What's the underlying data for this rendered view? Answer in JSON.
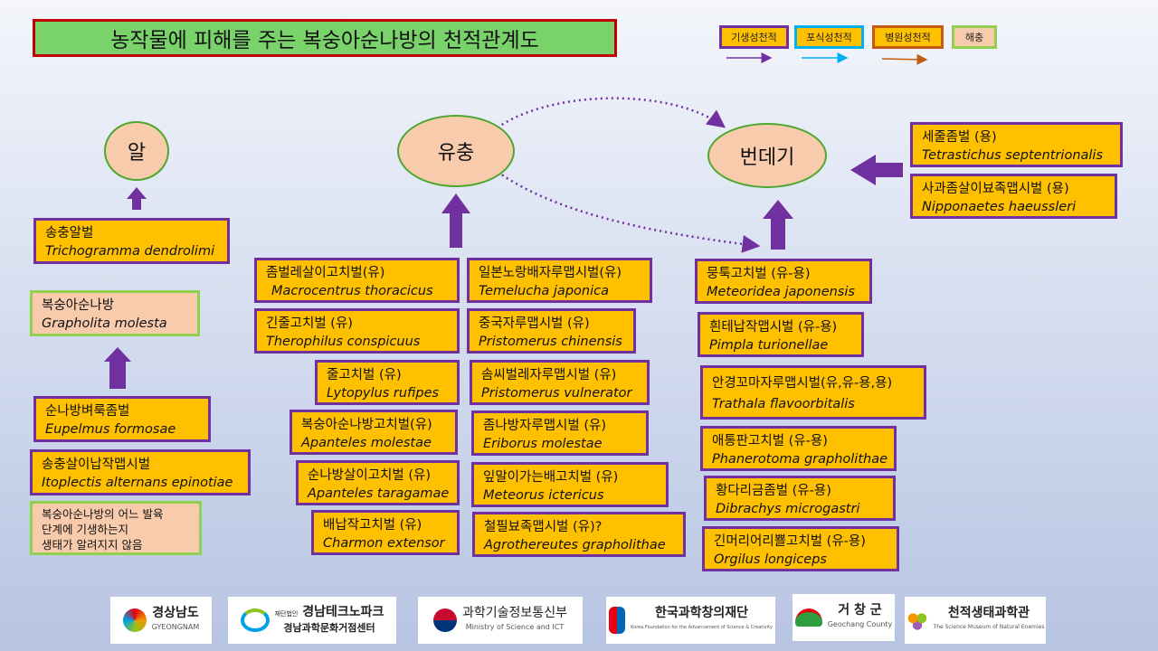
{
  "title": "농작물에 피해를 주는 복숭아순나방의 천적관계도",
  "legend": [
    {
      "label": "기생성천적",
      "border": "#7030a0",
      "arrow": "#7030a0"
    },
    {
      "label": "포식성천적",
      "border": "#00b0f0",
      "arrow": "#00b0f0"
    },
    {
      "label": "병원성천적",
      "border": "#c55a11",
      "arrow": "#c55a11"
    },
    {
      "label": "해충",
      "border": "#92d050"
    }
  ],
  "stages": {
    "egg": "알",
    "larva": "유충",
    "pupa": "번데기"
  },
  "colors": {
    "parasitoid_card": "#ffc000",
    "pest_card": "#f8cbad",
    "arrow": "#7030a0",
    "title_bg": "#7ad36a",
    "title_border": "#c00000"
  },
  "cards": {
    "egg1": {
      "kor": "송충알벌",
      "sci": "Trichogramma dendrolimi"
    },
    "pest": {
      "kor": "복숭아순나방",
      "sci": "Grapholita molesta"
    },
    "hyper1": {
      "kor": "순나방벼룩좀벌",
      "sci": "Eupelmus formosae"
    },
    "hyper2": {
      "kor": "송충살이납작맵시벌",
      "sci": "Itoplectis alternans epinotiae"
    },
    "note": {
      "line1": "복숭아순나방의 어느 발육",
      "line2": "단계에 기생하는지",
      "line3": "생태가 알려지지 않음"
    },
    "l1": {
      "kor": "좀벌레살이고치벌(유)",
      "sci": "Macrocentrus thoracicus"
    },
    "l2": {
      "kor": "긴줄고치벌 (유)",
      "sci": "Therophilus conspicuus"
    },
    "l3": {
      "kor": "줄고치벌 (유)",
      "sci": "Lytopylus rufipes"
    },
    "l4": {
      "kor": "복숭아순나방고치벌(유)",
      "sci": "Apanteles molestae"
    },
    "l5": {
      "kor": "순나방살이고치벌 (유)",
      "sci": "Apanteles taragamae"
    },
    "l6": {
      "kor": "배납작고치벌 (유)",
      "sci": "Charmon extensor"
    },
    "r1": {
      "kor": "일본노랑배자루맵시벌(유)",
      "sci": "Temelucha japonica"
    },
    "r2": {
      "kor": "중국자루맵시벌 (유)",
      "sci": "Pristomerus chinensis"
    },
    "r3": {
      "kor": "솜씨벌레자루맵시벌 (유)",
      "sci": "Pristomerus vulnerator"
    },
    "r4": {
      "kor": "좀나방자루맵시벌 (유)",
      "sci": "Eriborus molestae"
    },
    "r5": {
      "kor": "잎말이가는배고치벌 (유)",
      "sci": "Meteorus ictericus"
    },
    "r6": {
      "kor": "철필뵤족맵시벌 (유)?",
      "sci": "Agrothereutes grapholithae"
    },
    "p1": {
      "kor": "뭉툭고치벌 (유-용)",
      "sci": "Meteoridea japonensis"
    },
    "p2": {
      "kor": "흰테납작맵시벌 (유-용)",
      "sci": "Pimpla turionellae"
    },
    "p3": {
      "kor": "안경꼬마자루맵시벌(유,유-용,용)",
      "sci": "Trathala flavoorbitalis"
    },
    "p4": {
      "kor": "애통판고치벌 (유-용)",
      "sci": "Phanerotoma grapholithae"
    },
    "p5": {
      "kor": "황다리금좀벌 (유-용)",
      "sci": "Dibrachys microgastri"
    },
    "p6": {
      "kor": "긴머리어리뾸고치벌 (유-용)",
      "sci": "Orgilus longiceps"
    },
    "q1": {
      "kor": "세줄좀벌 (용)",
      "sci": "Tetrastichus septentrionalis"
    },
    "q2": {
      "kor": "사과좀살이뵤족맵시벌 (용)",
      "sci": "Nipponaetes haeussleri"
    }
  },
  "logos": [
    {
      "name": "경상남도",
      "sub": "GYEONGNAM"
    },
    {
      "name": "경남테크노파크",
      "sub": "경남과학문화거점센터",
      "prefix": "재단법인"
    },
    {
      "name": "과학기술정보통신부",
      "sub": "Ministry of Science and ICT"
    },
    {
      "name": "한국과학창의재단",
      "sub": "Korea Foundation for the Advancement of Science & Creativity"
    },
    {
      "name": "거 창 군",
      "sub": "Geochang County"
    },
    {
      "name": "천적생태과학관",
      "sub": "The Science Museum of Natural Enemies"
    }
  ]
}
